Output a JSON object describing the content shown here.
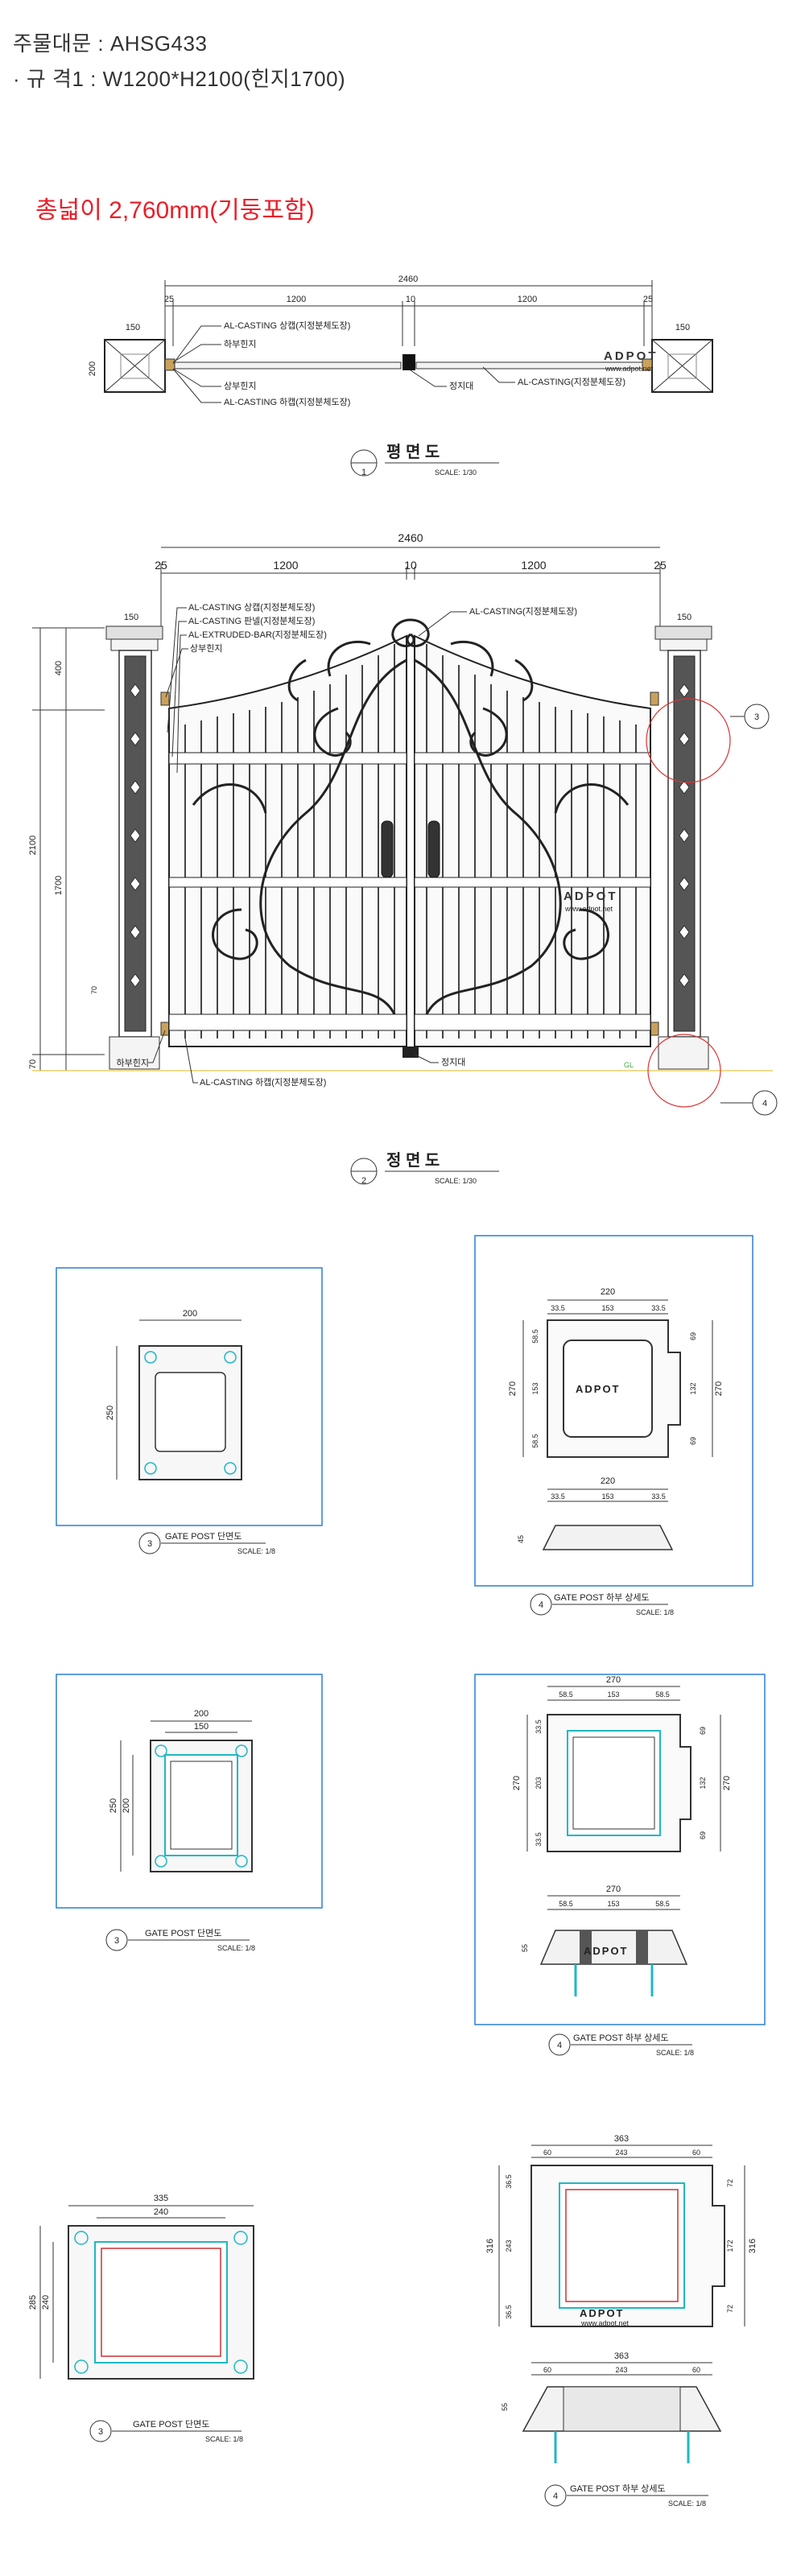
{
  "header": {
    "line1": "주물대문 : AHSG433",
    "line2": "· 규 격1 : W1200*H2100(힌지1700)",
    "total_width": "총넓이 2,760mm(기둥포함)"
  },
  "plan_view": {
    "overall": "2460",
    "segments": [
      "25",
      "1200",
      "10",
      "1200",
      "25"
    ],
    "post_w": "150",
    "post_h": "200",
    "labels": {
      "top_rail": "AL-CASTING 상캡(지정분체도장)",
      "lower_hinge": "하부힌지",
      "upper_hinge": "상부힌지",
      "bottom_rail": "AL-CASTING 하캡(지정분체도장)",
      "stopper": "정지대",
      "casting": "AL-CASTING(지정분체도장)"
    },
    "brand": "ADPOT",
    "brand_url": "www.adpot.net",
    "title": "평 면 도",
    "num": "1",
    "scale": "SCALE: 1/30"
  },
  "front_view": {
    "overall": "2460",
    "segments": [
      "25",
      "1200",
      "10",
      "1200",
      "25"
    ],
    "post_w_left": "150",
    "post_w_right": "150",
    "heights": {
      "top": "400",
      "total": "2100",
      "hinge": "1700",
      "base": "70",
      "small": "70"
    },
    "labels": {
      "cap_top": "AL-CASTING 상캡(지정분체도장)",
      "panel": "AL-CASTING 판넬(지정분체도장)",
      "bar": "AL-EXTRUDED-BAR(지정분체도장)",
      "upper_hinge": "상부힌지",
      "casting": "AL-CASTING(지정분체도장)",
      "lower_hinge": "하부힌지",
      "bottom_cap": "AL-CASTING 하캡(지정분체도장)",
      "stopper": "정지대",
      "gl": "GL"
    },
    "callout_3": "3",
    "callout_4": "4",
    "brand": "ADPOT",
    "brand_url": "www.adpot.net",
    "title": "정 면 도",
    "num": "2",
    "scale": "SCALE: 1/30"
  },
  "details": [
    {
      "num": "3",
      "title": "GATE POST 단면도",
      "scale": "SCALE: 1/8",
      "dims": [
        "200",
        "250"
      ]
    },
    {
      "num": "4",
      "title": "GATE POST 하부 상세도",
      "scale": "SCALE: 1/8",
      "dims": [
        "220",
        "33.5",
        "153",
        "33.5",
        "58.5",
        "270",
        "153",
        "58.5",
        "69",
        "132",
        "69",
        "270",
        "220",
        "33.5",
        "153",
        "33.5",
        "45"
      ]
    },
    {
      "num": "3",
      "title": "GATE POST 단면도",
      "scale": "SCALE: 1/8",
      "dims": [
        "200",
        "150",
        "250",
        "200"
      ]
    },
    {
      "num": "4",
      "title": "GATE POST 하부 상세도",
      "scale": "SCALE: 1/8",
      "dims": [
        "270",
        "58.5",
        "153",
        "58.5",
        "33.5",
        "203",
        "33.5",
        "270",
        "69",
        "132",
        "69",
        "270",
        "270",
        "58.5",
        "153",
        "58.5",
        "55"
      ]
    },
    {
      "num": "3",
      "title": "GATE POST 단면도",
      "scale": "SCALE: 1/8",
      "dims": [
        "335",
        "240",
        "285",
        "240"
      ]
    },
    {
      "num": "4",
      "title": "GATE POST 하부 상세도",
      "scale": "SCALE: 1/8",
      "dims": [
        "363",
        "60",
        "243",
        "60",
        "36.5",
        "243",
        "36.5",
        "316",
        "72",
        "172",
        "72",
        "316",
        "363",
        "60",
        "243",
        "60",
        "55"
      ]
    }
  ]
}
